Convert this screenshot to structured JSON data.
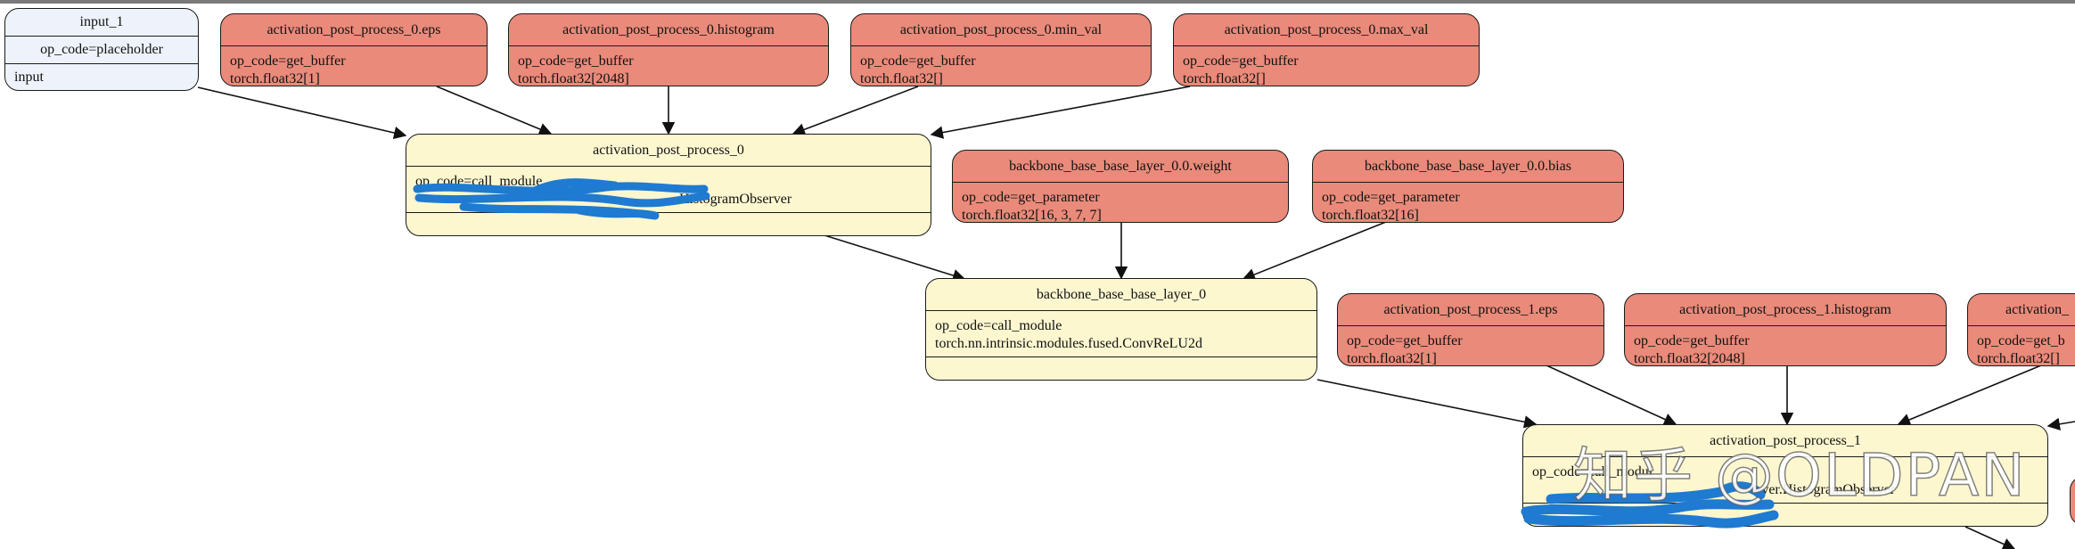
{
  "nodes": {
    "input_1": {
      "title": "input_1",
      "op": "op_code=placeholder",
      "target": "input"
    },
    "app0_eps": {
      "title": "activation_post_process_0.eps",
      "op": "op_code=get_buffer",
      "type": "torch.float32[1]"
    },
    "app0_hist": {
      "title": "activation_post_process_0.histogram",
      "op": "op_code=get_buffer",
      "type": "torch.float32[2048]"
    },
    "app0_min": {
      "title": "activation_post_process_0.min_val",
      "op": "op_code=get_buffer",
      "type": "torch.float32[]"
    },
    "app0_max": {
      "title": "activation_post_process_0.max_val",
      "op": "op_code=get_buffer",
      "type": "torch.float32[]"
    },
    "app0": {
      "title": "activation_post_process_0",
      "op": "op_code=call_module",
      "target": ".HistogramObserver"
    },
    "bb_weight": {
      "title": "backbone_base_base_layer_0.0.weight",
      "op": "op_code=get_parameter",
      "type": "torch.float32[16, 3, 7, 7]"
    },
    "bb_bias": {
      "title": "backbone_base_base_layer_0.0.bias",
      "op": "op_code=get_parameter",
      "type": "torch.float32[16]"
    },
    "bb0": {
      "title": "backbone_base_base_layer_0",
      "op": "op_code=call_module",
      "target": "torch.nn.intrinsic.modules.fused.ConvReLU2d"
    },
    "app1_eps": {
      "title": "activation_post_process_1.eps",
      "op": "op_code=get_buffer",
      "type": "torch.float32[1]"
    },
    "app1_hist": {
      "title": "activation_post_process_1.histogram",
      "op": "op_code=get_buffer",
      "type": "torch.float32[2048]"
    },
    "app1_min": {
      "title": "activation_",
      "op": "op_code=get_b",
      "type": "torch.float32[]"
    },
    "app1": {
      "title": "activation_post_process_1",
      "op": "op_code=call_modul",
      "target": "rver.HistogramObserver"
    }
  },
  "watermark": "知乎 @OLDPAN",
  "colors": {
    "buffer_fill": "#ea8a7a",
    "module_fill": "#fdf7d0",
    "input_fill": "#eef3fb",
    "redaction": "#1f7ad1"
  }
}
